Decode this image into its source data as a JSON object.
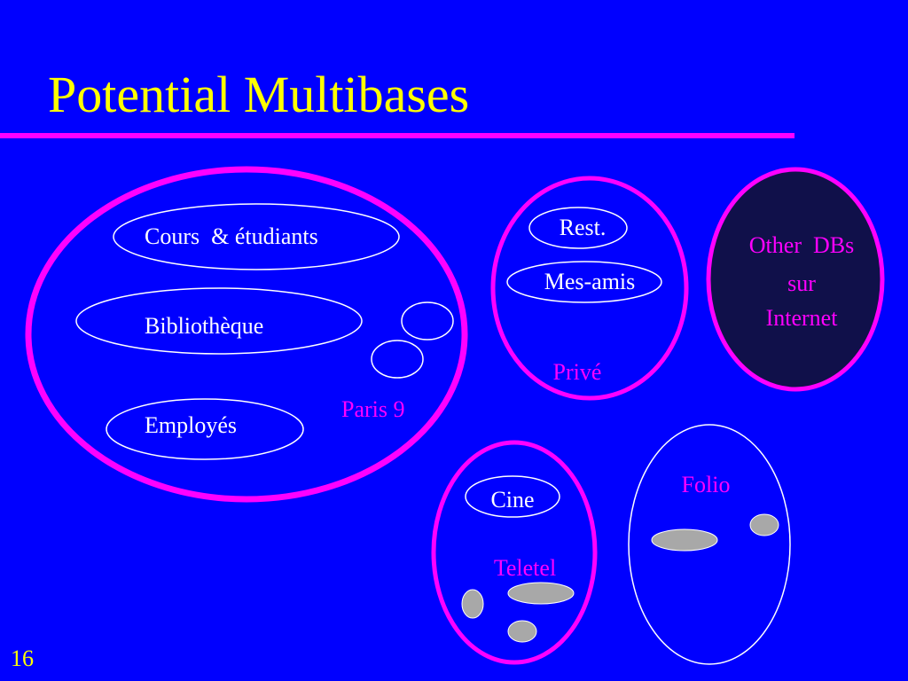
{
  "slide": {
    "title": "Potential Multibases",
    "page_number": "16"
  },
  "diagram": {
    "paris9": {
      "label": "Paris 9",
      "databases": [
        "Cours  & étudiants",
        "Bibliothèque",
        "Employés"
      ]
    },
    "prive": {
      "label": "Privé",
      "databases": [
        "Rest.",
        "Mes-amis"
      ]
    },
    "internet": {
      "lines": [
        "Other  DBs",
        "sur",
        "Internet"
      ]
    },
    "teletel": {
      "label": "Teletel",
      "databases": [
        "Cine"
      ]
    },
    "folio": {
      "label": "Folio"
    }
  },
  "colors": {
    "background": "#0000ff",
    "title": "#ffff00",
    "accent": "#ff00ff",
    "outline": "#ffffff",
    "dark_fill": "#10104a",
    "gray_blob": "#a8a8a8"
  }
}
